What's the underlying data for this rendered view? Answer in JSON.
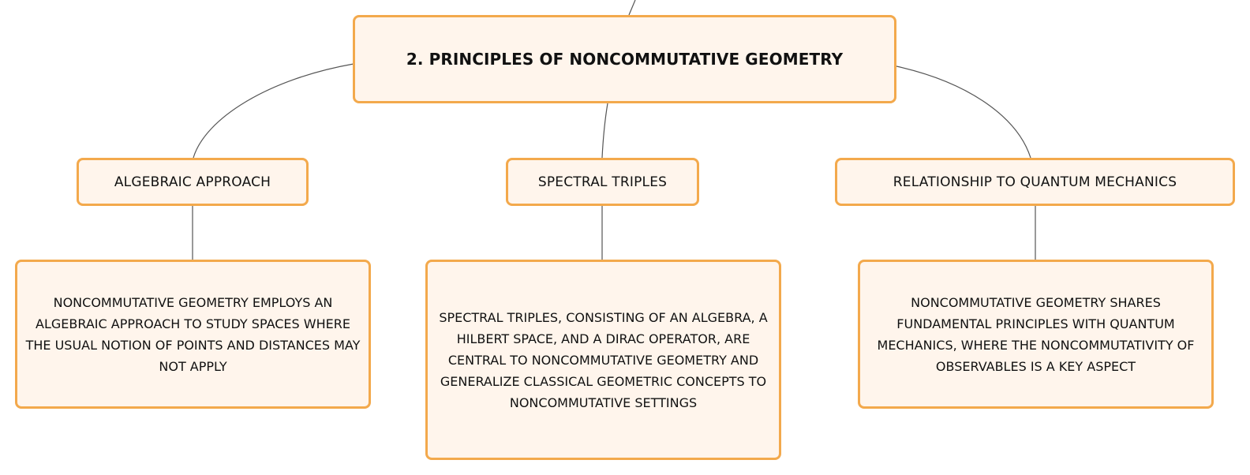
{
  "root": {
    "title": "2. PRINCIPLES OF NONCOMMUTATIVE GEOMETRY"
  },
  "branches": [
    {
      "label": "ALGEBRAIC APPROACH",
      "detail": "NONCOMMUTATIVE GEOMETRY EMPLOYS AN ALGEBRAIC APPROACH TO STUDY SPACES WHERE THE USUAL NOTION OF POINTS AND DISTANCES MAY NOT APPLY"
    },
    {
      "label": "SPECTRAL TRIPLES",
      "detail": "SPECTRAL TRIPLES, CONSISTING OF AN ALGEBRA, A HILBERT SPACE, AND A DIRAC OPERATOR, ARE CENTRAL TO NONCOMMUTATIVE GEOMETRY AND GENERALIZE CLASSICAL GEOMETRIC CONCEPTS TO NONCOMMUTATIVE SETTINGS"
    },
    {
      "label": "RELATIONSHIP TO QUANTUM MECHANICS",
      "detail": "NONCOMMUTATIVE GEOMETRY SHARES FUNDAMENTAL PRINCIPLES WITH QUANTUM MECHANICS, WHERE THE NONCOMMUTATIVITY OF OBSERVABLES IS A KEY ASPECT"
    }
  ],
  "colors": {
    "node_fill": "#fff5ec",
    "node_border": "#f3a94c",
    "connector": "#555555",
    "text": "#111111"
  }
}
